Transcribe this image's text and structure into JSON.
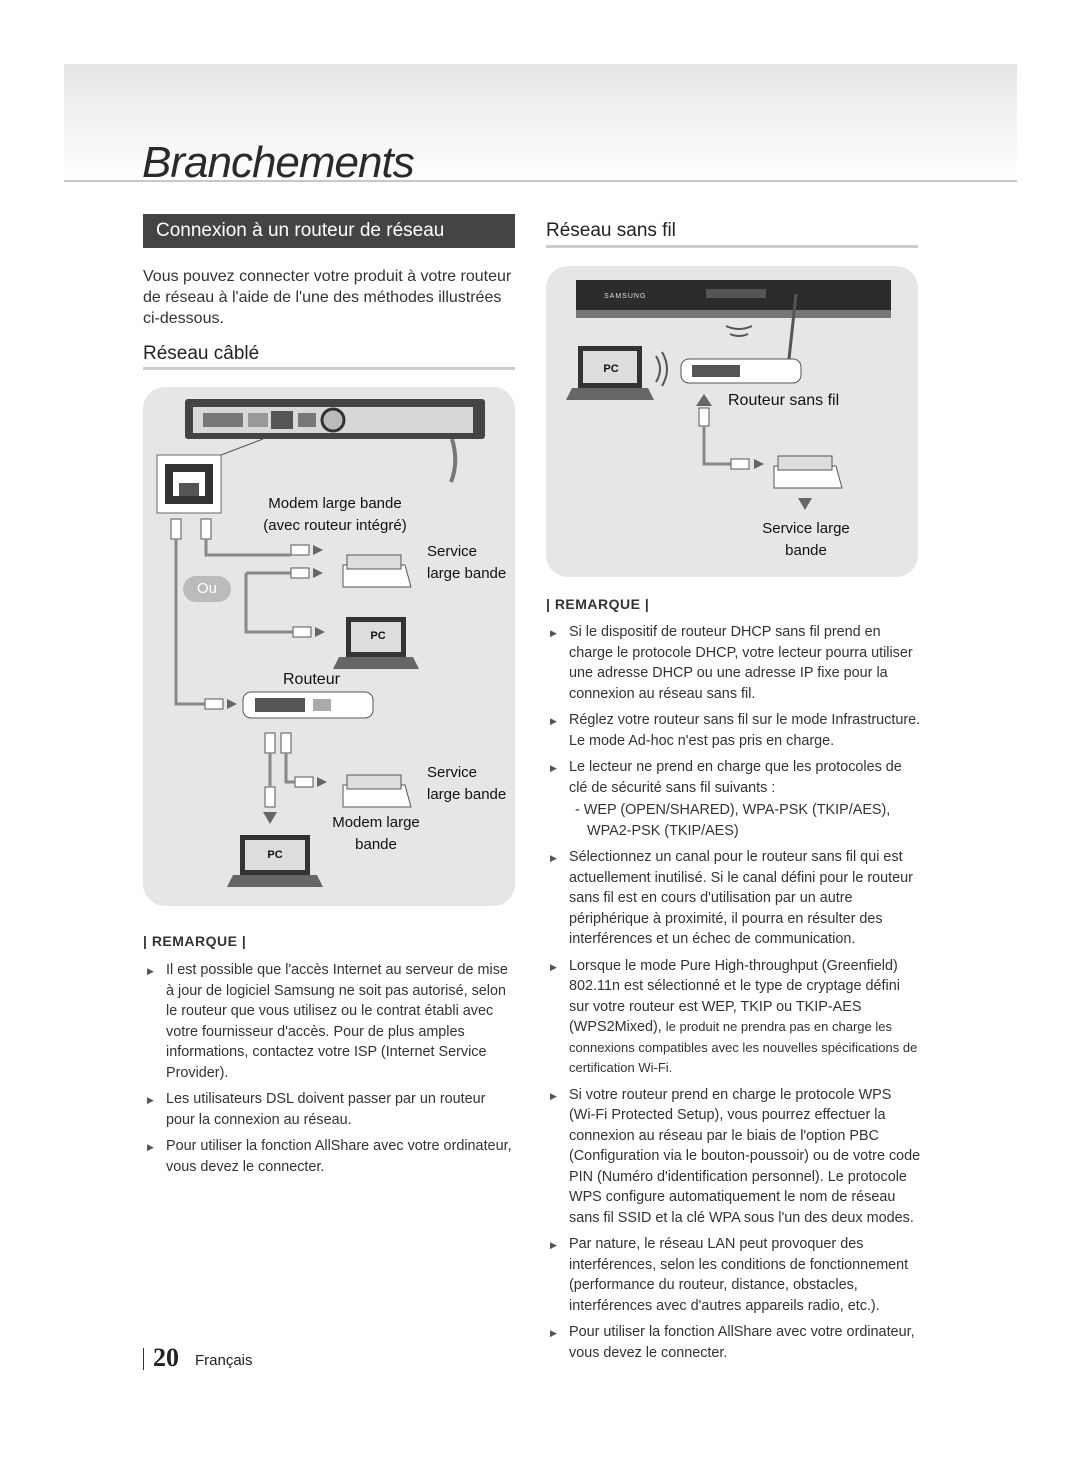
{
  "chapter_title": "Branchements",
  "section_title": "Connexion à un routeur de réseau",
  "intro": "Vous pouvez connecter votre produit à votre routeur de réseau à l'aide de l'une des méthodes illustrées ci-dessous.",
  "wired": {
    "title": "Réseau câblé",
    "labels": {
      "modem_router_1": "Modem large bande",
      "modem_router_2": "(avec routeur intégré)",
      "service1_1": "Service",
      "service1_2": "large bande",
      "ou": "Ou",
      "pc1": "PC",
      "router": "Routeur",
      "service2_1": "Service",
      "service2_2": "large bande",
      "modem_1": "Modem large",
      "modem_2": "bande",
      "pc2": "PC"
    },
    "remarque_title": "REMARQUE",
    "notes": [
      "Il est possible que l'accès Internet au serveur de mise à jour de logiciel Samsung ne soit pas autorisé, selon le routeur que vous utilisez ou le contrat établi avec votre fournisseur d'accès. Pour de plus amples informations, contactez votre ISP (Internet Service Provider).",
      "Les utilisateurs DSL doivent passer par un routeur pour la connexion au réseau.",
      "Pour utiliser la fonction AllShare avec votre ordinateur, vous devez le connecter."
    ]
  },
  "wireless": {
    "title": "Réseau sans fil",
    "labels": {
      "pc": "PC",
      "router": "Routeur sans fil",
      "service_1": "Service large",
      "service_2": "bande",
      "brand": "SAMSUNG"
    },
    "remarque_title": "REMARQUE",
    "notes": [
      "Si le dispositif de routeur DHCP sans fil prend en charge le protocole DHCP, votre lecteur pourra utiliser une adresse DHCP ou une adresse IP fixe pour la connexion au réseau sans fil.",
      "Réglez votre routeur sans fil sur le mode Infrastructure. Le mode Ad-hoc n'est pas pris en charge.",
      "Le lecteur ne prend en charge que les protocoles de clé de sécurité sans fil suivants :",
      "Sélectionnez un canal pour le routeur sans fil qui est actuellement inutilisé. Si le canal défini pour le routeur sans fil est en cours d'utilisation par un autre périphérique à proximité, il pourra en résulter des interférences et un échec de communication.",
      "Lorsque le mode Pure High-throughput (Greenfield) 802.11n est sélectionné et le type de cryptage défini sur votre routeur est WEP, TKIP ou TKIP-AES (WPS2Mixed),",
      "Si votre routeur prend en charge le protocole WPS (Wi-Fi Protected Setup), vous pourrez effectuer la connexion au réseau par le biais de l'option PBC (Configuration via le bouton-poussoir) ou de votre code PIN (Numéro d'identification personnel). Le protocole WPS configure automatiquement le nom de réseau sans fil SSID et la clé WPA sous l'un des deux modes.",
      "Par nature, le réseau LAN peut provoquer des interférences, selon les conditions de fonctionnement (performance du routeur, distance, obstacles, interférences avec d'autres appareils radio, etc.).",
      "Pour utiliser la fonction AllShare avec votre ordinateur, vous devez le connecter."
    ],
    "security_sub": "WEP (OPEN/SHARED), WPA-PSK (TKIP/AES), WPA2-PSK (TKIP/AES)",
    "greenfield_tail": "le produit ne prendra pas en charge les connexions compatibles avec les nouvelles spécifications de certification Wi-Fi."
  },
  "footer": {
    "page_number": "20",
    "language": "Français"
  }
}
